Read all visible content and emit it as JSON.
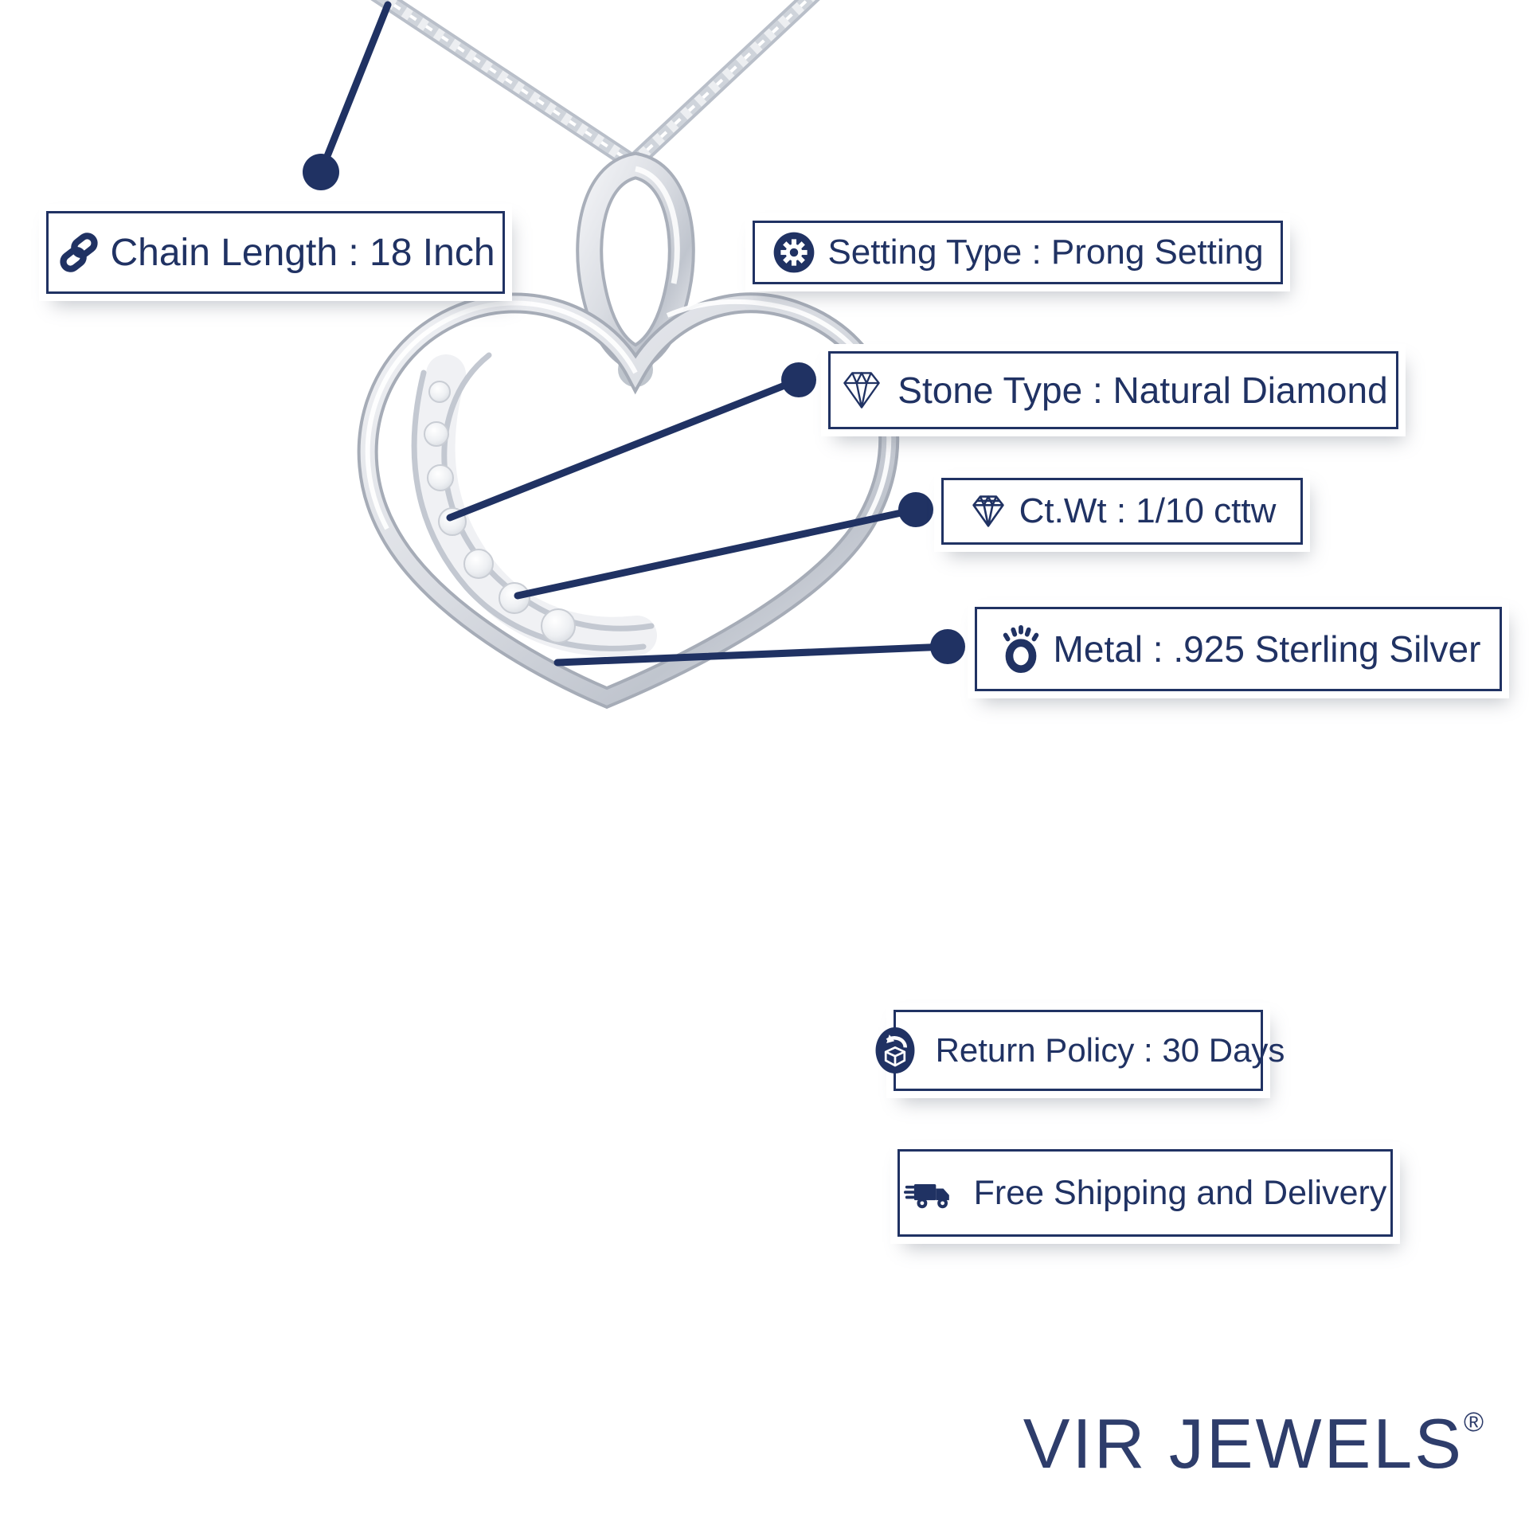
{
  "colors": {
    "navy": "#203263",
    "silver_light": "#f6f7f9",
    "silver_mid": "#d8dbe0",
    "silver_dark": "#b3b9c3"
  },
  "product_view": {
    "description_visible": "silver heart pendant on box chain with seven round diamonds in a journey channel",
    "diamond_count": 7
  },
  "callouts": [
    {
      "id": "chain-length",
      "icon": "chain-link-icon",
      "text": "Chain Length : 18 Inch"
    },
    {
      "id": "setting-type",
      "icon": "gear-icon",
      "text": "Setting Type : Prong Setting"
    },
    {
      "id": "stone-type",
      "icon": "diamond-outline-icon",
      "text": "Stone Type : Natural Diamond"
    },
    {
      "id": "ct-wt",
      "icon": "diamond-icon",
      "text": "Ct.Wt : 1/10 cttw"
    },
    {
      "id": "metal",
      "icon": "ring-icon",
      "text": "Metal : .925 Sterling Silver"
    },
    {
      "id": "return-policy",
      "icon": "return-box-icon",
      "text": "Return Policy : 30 Days"
    },
    {
      "id": "free-shipping",
      "icon": "truck-icon",
      "text": "Free Shipping and Delivery"
    }
  ],
  "brand": {
    "name": "VIR JEWELS",
    "registered_mark": "®"
  }
}
